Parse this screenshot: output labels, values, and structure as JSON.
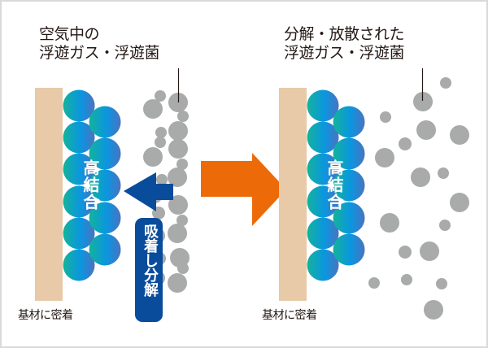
{
  "colors": {
    "substrate": "#e8caa8",
    "particle": "#a9aaaa",
    "blue_arrow": "#0a4c9c",
    "orange_arrow": "#ec6a08",
    "circle_gradient": [
      "#13b39a",
      "#0a96e0",
      "#3f78c6"
    ],
    "text": "#231815",
    "frame_border": "#d9d9d9"
  },
  "left_panel": {
    "title_line1": "空気中の",
    "title_line2": "浮遊ガス・浮遊菌",
    "bond_label": "高結合",
    "action_label": "吸着し分解",
    "substrate_caption": "基材に密着"
  },
  "right_panel": {
    "title_line1": "分解・放散された",
    "title_line2": "浮遊ガス・浮遊菌",
    "bond_label": "高結合",
    "substrate_caption": "基材に密着"
  },
  "arrows": {
    "adsorb_arrow": "left-pointing-arrow",
    "transition_arrow": "right-pointing-arrow"
  }
}
